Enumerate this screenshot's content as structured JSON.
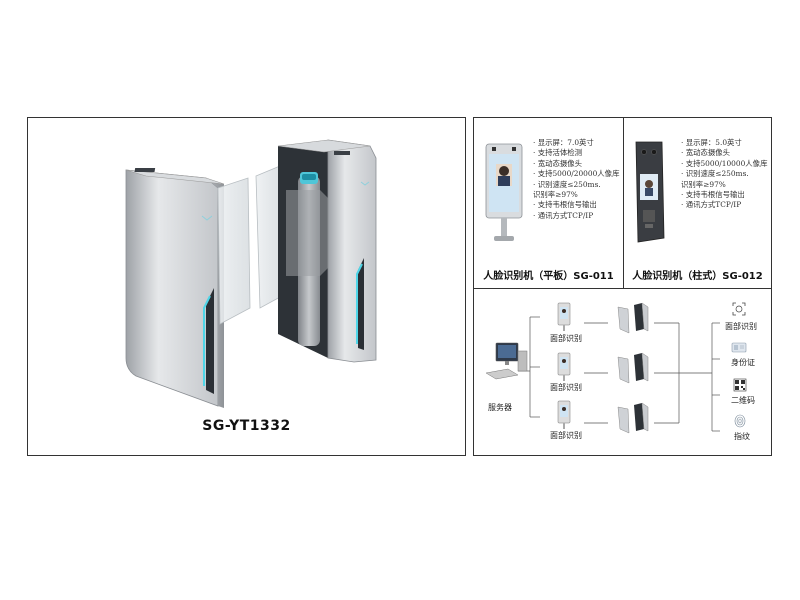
{
  "main": {
    "model": "SG-YT1332"
  },
  "tablet_device": {
    "specs": [
      "· 显示屏：7.0英寸",
      "· 支持活体检测",
      "· 宽动态摄像头",
      "· 支持5000/20000人像库",
      "· 识别速度≤250ms.",
      "  识别率≥97%",
      "· 支持韦根信号输出",
      "· 通讯方式TCP/IP"
    ],
    "caption": "人脸识别机（平板）SG-011"
  },
  "column_device": {
    "specs": [
      "· 显示屏：5.0英寸",
      "· 宽动态摄像头",
      "· 支持5000/10000人像库",
      "· 识别速度≤250ms.",
      "  识别率≥97%",
      "· 支持韦根信号输出",
      "· 通讯方式TCP/IP"
    ],
    "caption": "人脸识别机（柱式）SG-012"
  },
  "network": {
    "server_label": "服务器",
    "terminal_label": "面部识别",
    "methods": [
      {
        "label": "面部识别",
        "icon": "face-scan-icon"
      },
      {
        "label": "身份证",
        "icon": "id-card-icon"
      },
      {
        "label": "二维码",
        "icon": "qr-code-icon"
      },
      {
        "label": "指纹",
        "icon": "fingerprint-icon"
      }
    ]
  }
}
